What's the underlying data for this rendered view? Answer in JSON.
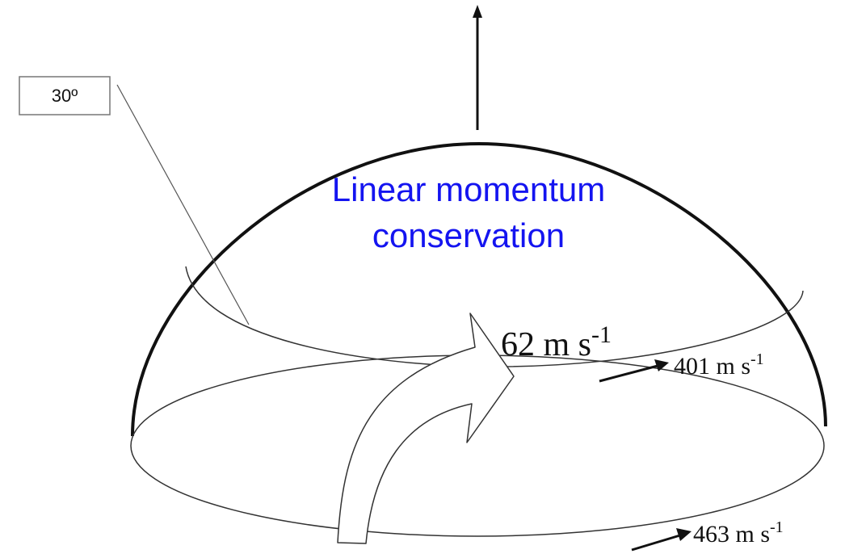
{
  "latitude_label": "30º",
  "title": {
    "line1": "Linear momentum",
    "line2": "conservation"
  },
  "speeds": {
    "relative_wind": "62 m s",
    "relative_wind_exp": "-1",
    "at_30_value": "401 m s",
    "at_30_exp": "-1",
    "at_equator_value": "463 m s",
    "at_equator_exp": "-1"
  },
  "colors": {
    "title": "#1414f0",
    "ink": "#111111",
    "label_border": "#777777"
  }
}
